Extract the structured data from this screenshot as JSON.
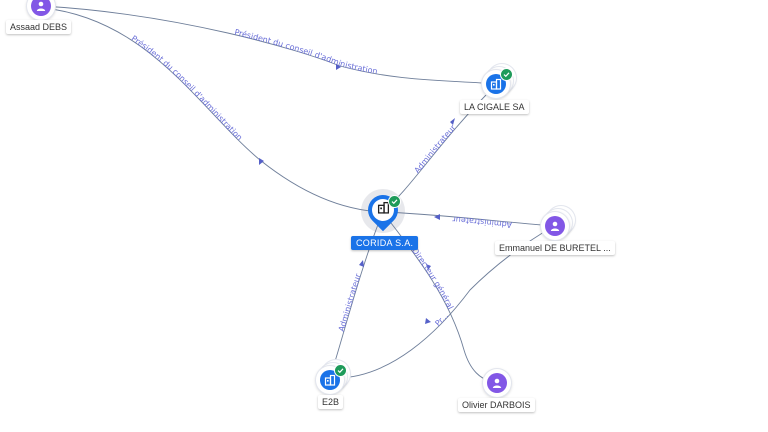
{
  "nodes": {
    "assaad_debs": {
      "label": "Assaad DEBS",
      "type": "person"
    },
    "la_cigale": {
      "label": "LA CIGALE SA",
      "type": "company"
    },
    "corida": {
      "label": "CORIDA S.A.",
      "type": "company"
    },
    "emmanuel": {
      "label": "Emmanuel DE BURETEL ...",
      "type": "person"
    },
    "e2b": {
      "label": "E2B",
      "type": "company"
    },
    "olivier": {
      "label": "Olivier DARBOIS",
      "type": "person"
    }
  },
  "edges": {
    "debs_cigale": "Président du conseil d'administration",
    "debs_corida": "Président du conseil d'administration",
    "corida_cigale": "Administrateur",
    "emmanuel_corida": "Administrateur",
    "e2b_corida": "Administrateur",
    "corida_olivier": "Directeur général",
    "e2b_emmanuel": "Pr..."
  },
  "colors": {
    "person": "#8257e6",
    "company": "#1a73e8",
    "verified": "#1e9b5a",
    "edge": "#6f7f9a",
    "edge_label": "#6a6fd8"
  },
  "icons": {
    "person": "person-icon",
    "company": "building-icon",
    "verified": "check-icon"
  }
}
